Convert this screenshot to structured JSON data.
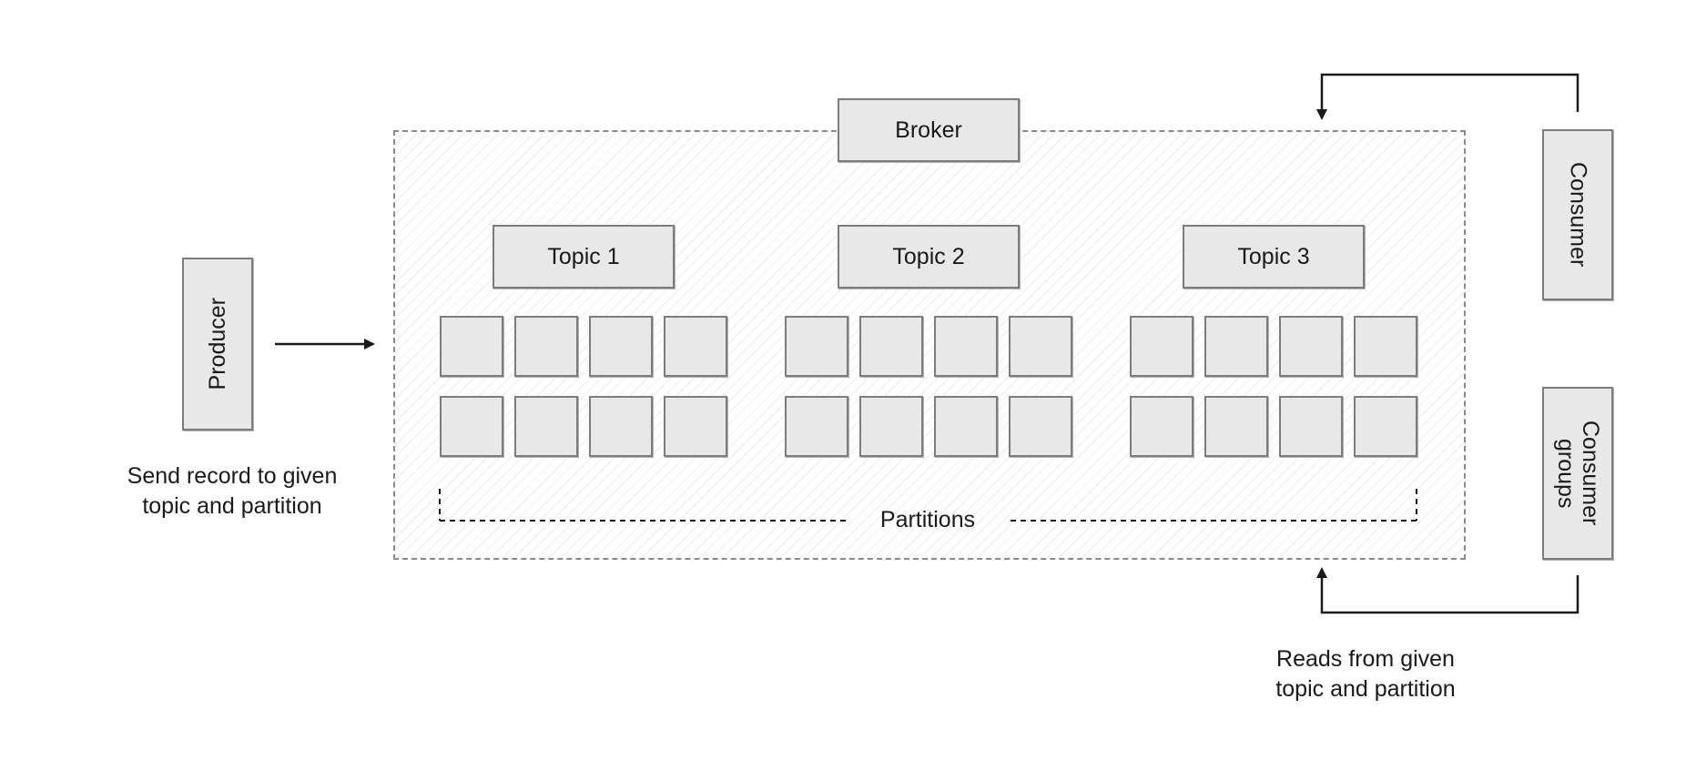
{
  "broker": {
    "label": "Broker"
  },
  "producer": {
    "label": "Producer",
    "caption_line1": "Send record to given",
    "caption_line2": "topic and partition"
  },
  "consumer": {
    "label": "Consumer"
  },
  "consumer_groups": {
    "label_line1": "Consumer",
    "label_line2": "groups"
  },
  "reads_caption": {
    "line1": "Reads from given",
    "line2": "topic and partition"
  },
  "topics": [
    {
      "label": "Topic 1"
    },
    {
      "label": "Topic 2"
    },
    {
      "label": "Topic 3"
    }
  ],
  "partitions_label": "Partitions"
}
